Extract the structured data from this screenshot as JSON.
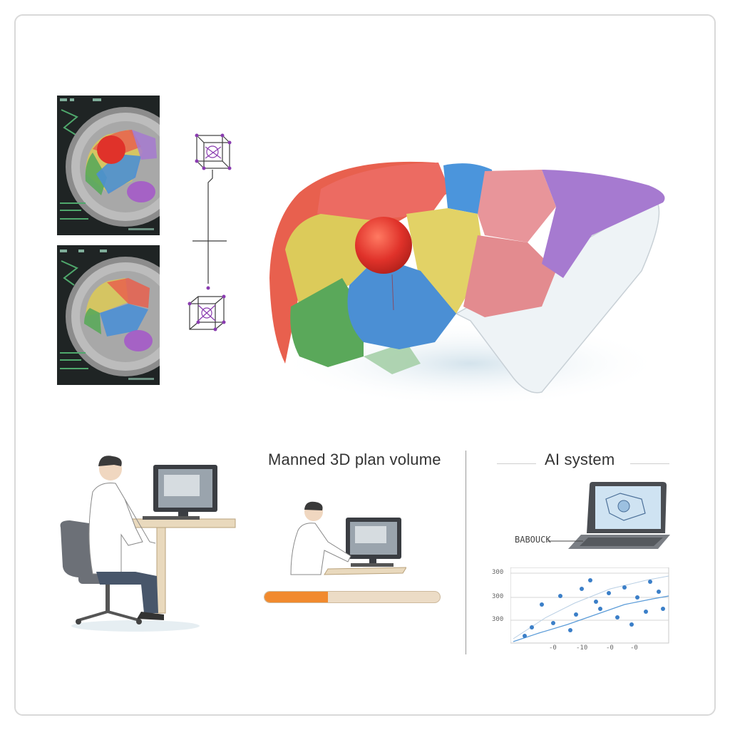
{
  "panels": {
    "manual": {
      "title": "Manned 3D plan volume",
      "progress": 0.36
    },
    "ai": {
      "title": "AI system",
      "laptop_label": "BABOUCK"
    }
  },
  "chart_data": {
    "type": "scatter",
    "y_tick_labels": [
      "300",
      "300",
      "300"
    ],
    "x_tick_labels": [
      "-0",
      "-10",
      "-0",
      "-0"
    ],
    "grid": true
  },
  "colors": {
    "tumor": "#e0322a",
    "segment_red": "#e8604e",
    "segment_yellow": "#d9c85a",
    "segment_green": "#5aa85a",
    "segment_blue": "#4b8fd4",
    "segment_pink": "#e49aa0",
    "segment_purple": "#a67ad0",
    "progress": "#f18a2e",
    "chart_points": "#3b7fc8"
  }
}
